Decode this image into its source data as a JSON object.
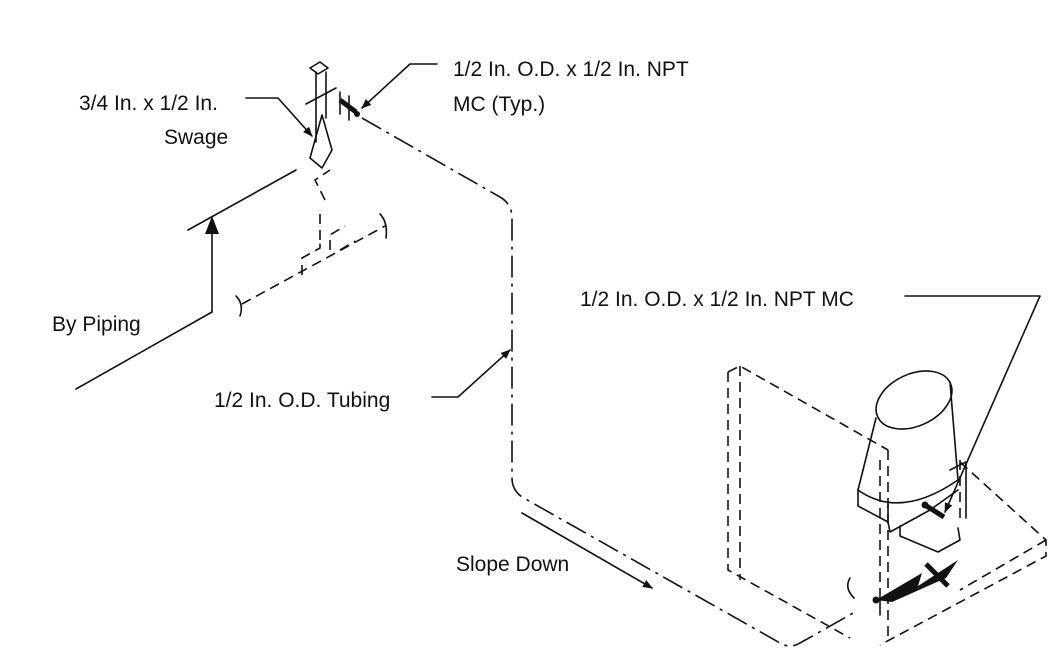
{
  "labels": {
    "mc_top_line1": "1/2 In. O.D. x 1/2 In. NPT",
    "mc_top_line2": "MC (Typ.)",
    "swage_line1": "3/4 In. x 1/2 In.",
    "swage_line2": "Swage",
    "by_piping": "By Piping",
    "tubing": "1/2 In. O.D. Tubing",
    "mc_right": "1/2 In. O.D. x 1/2 In. NPT MC",
    "slope_down": "Slope Down"
  },
  "colors": {
    "line": "#111111",
    "background": "#ffffff"
  }
}
